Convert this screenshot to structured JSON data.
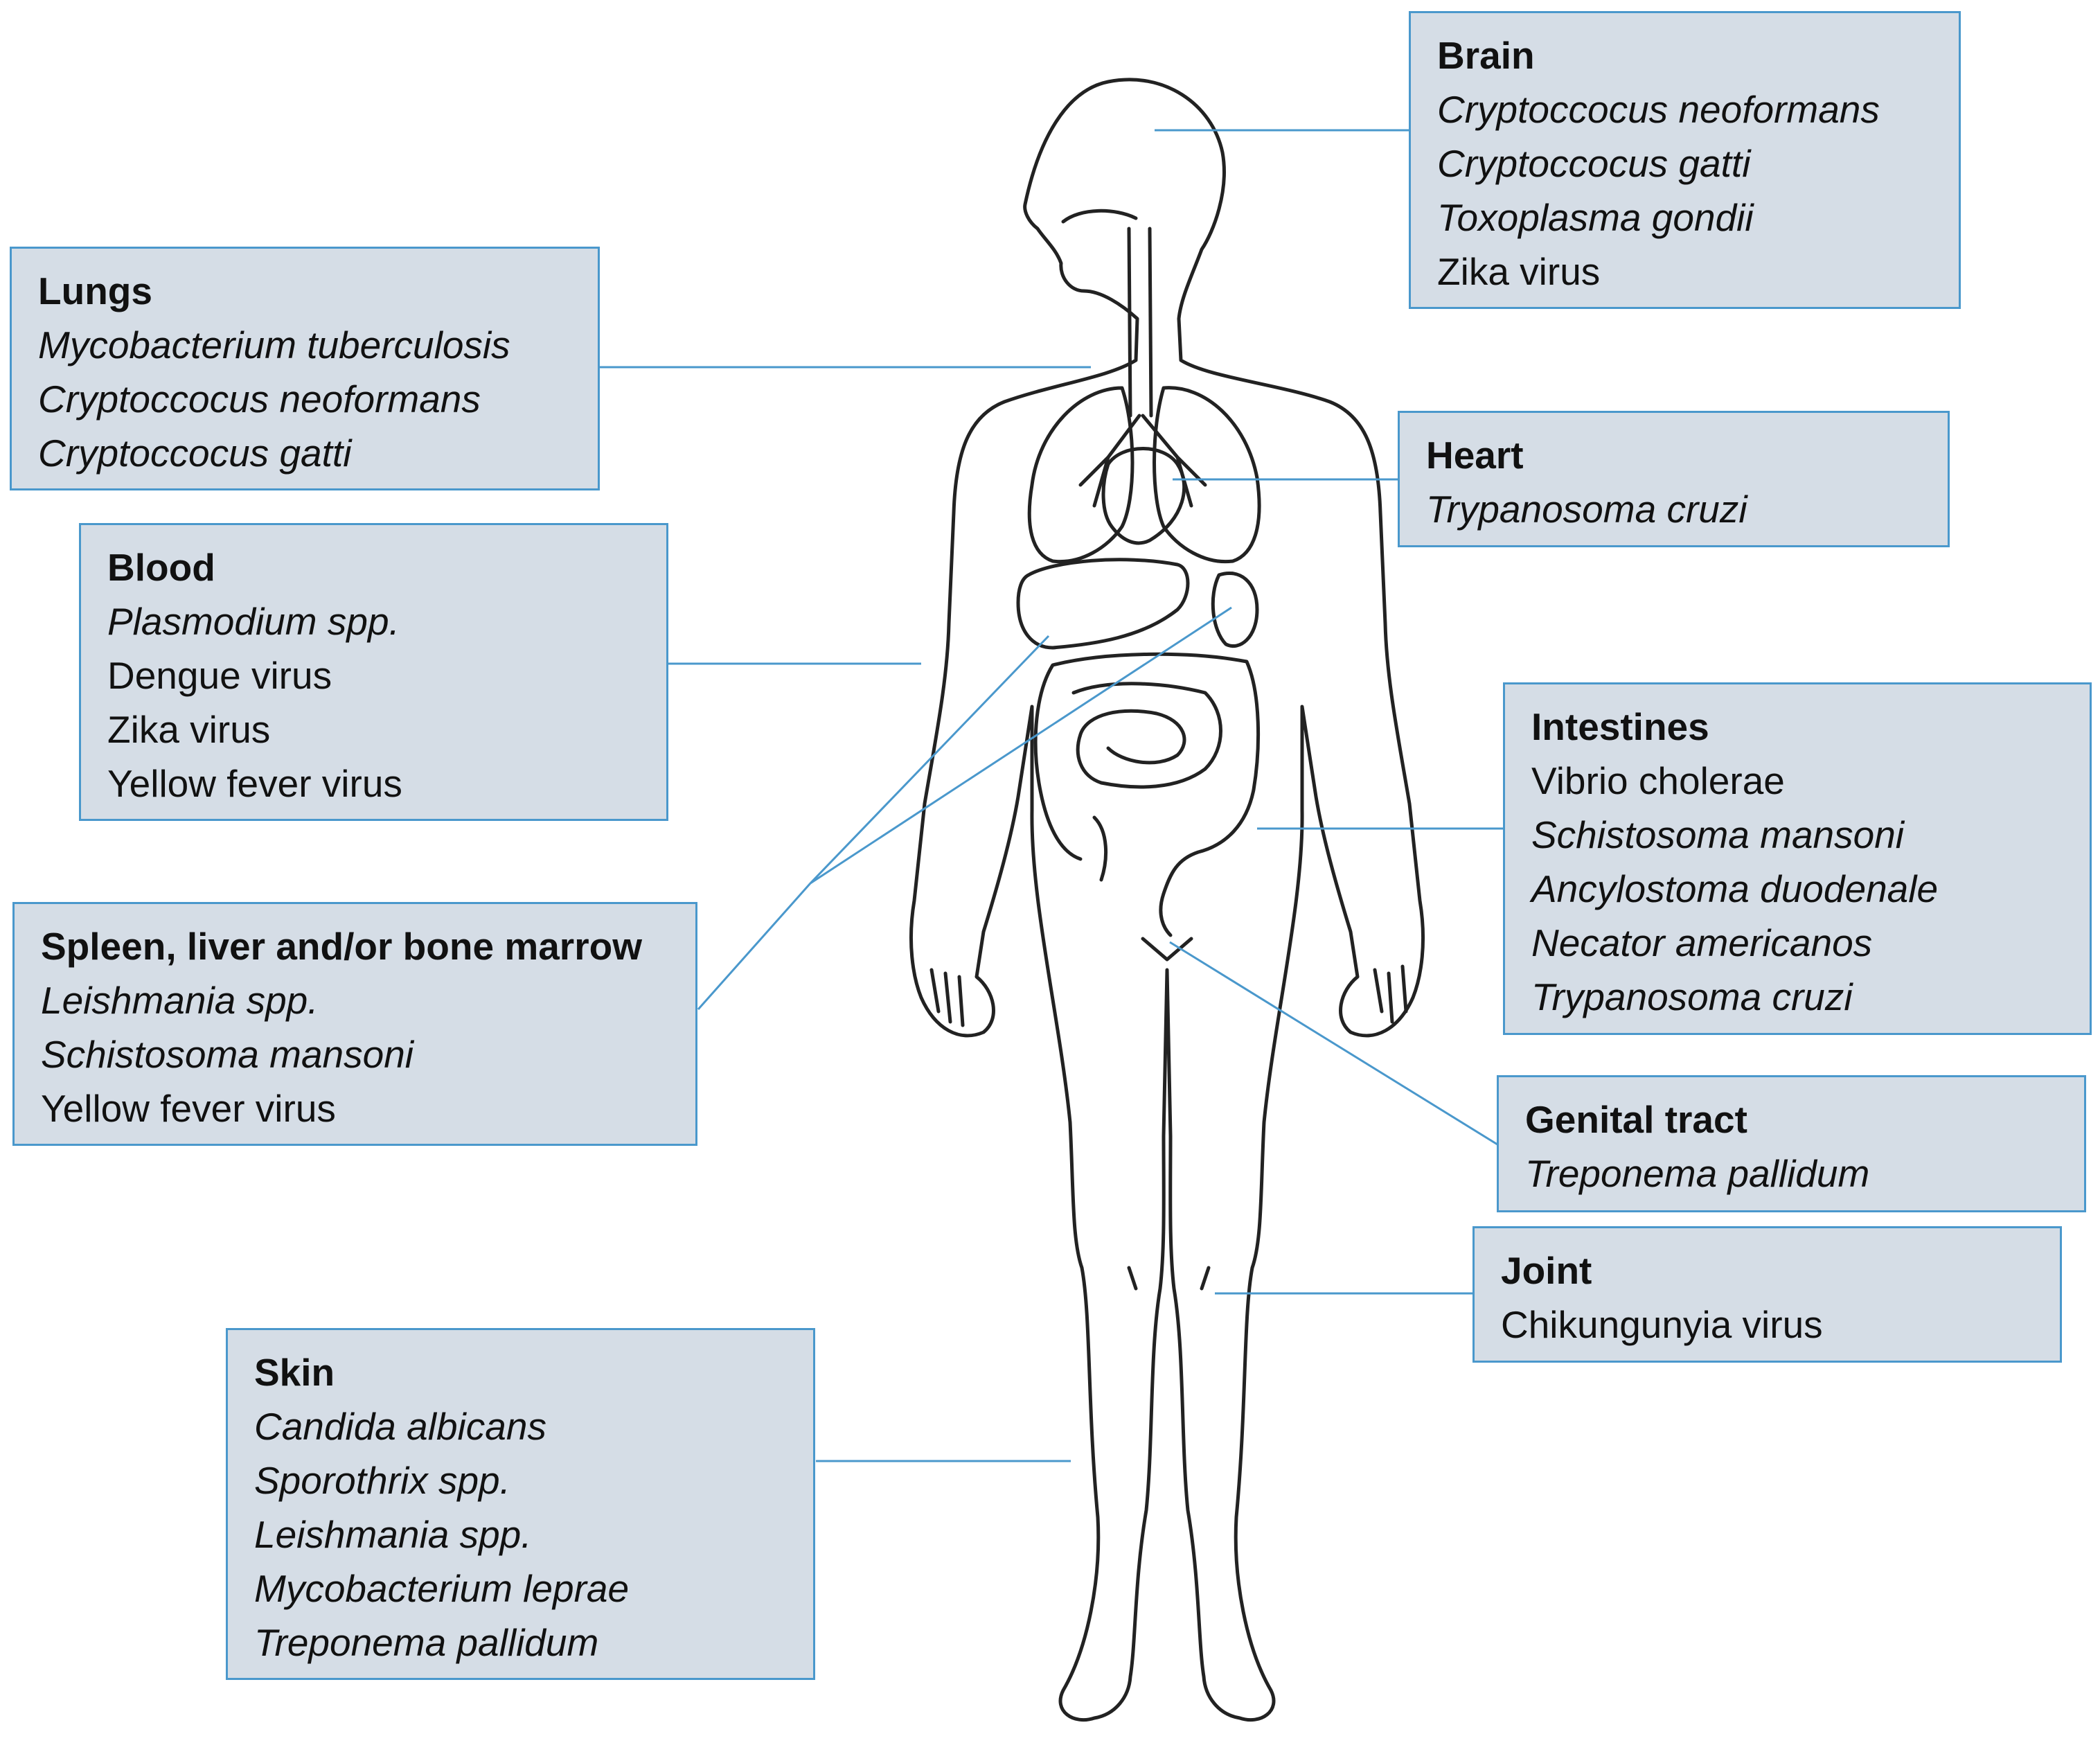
{
  "colors": {
    "box_fill": "#d5dde6",
    "box_border": "#4a98cc",
    "leader_line": "#4a98cc",
    "outline": "#222222"
  },
  "boxes": [
    {
      "id": "brain",
      "title": "Brain",
      "items": [
        {
          "text": "Cryptoccocus neoformans",
          "italic": true
        },
        {
          "text": "Cryptoccocus gatti",
          "italic": true
        },
        {
          "text": "Toxoplasma gondii",
          "italic": true
        },
        {
          "text": "Zika virus",
          "italic": false
        }
      ]
    },
    {
      "id": "lungs",
      "title": "Lungs",
      "items": [
        {
          "text": "Mycobacterium tuberculosis",
          "italic": true
        },
        {
          "text": "Cryptoccocus neoformans",
          "italic": true
        },
        {
          "text": "Cryptoccocus gatti",
          "italic": true
        }
      ]
    },
    {
      "id": "heart",
      "title": "Heart",
      "items": [
        {
          "text": "Trypanosoma cruzi",
          "italic": true
        }
      ]
    },
    {
      "id": "blood",
      "title": "Blood",
      "items": [
        {
          "text": "Plasmodium spp.",
          "italic": true
        },
        {
          "text": "Dengue virus",
          "italic": false
        },
        {
          "text": "Zika virus",
          "italic": false
        },
        {
          "text": "Yellow fever virus",
          "italic": false
        }
      ]
    },
    {
      "id": "intestines",
      "title": "Intestines",
      "items": [
        {
          "text": "Vibrio cholerae",
          "italic": false
        },
        {
          "text": "Schistosoma mansoni",
          "italic": true
        },
        {
          "text": "Ancylostoma duodenale",
          "italic": true
        },
        {
          "text": "Necator americanos",
          "italic": true
        },
        {
          "text": "Trypanosoma cruzi",
          "italic": true
        }
      ]
    },
    {
      "id": "spleen",
      "title": "Spleen, liver and/or bone marrow",
      "items": [
        {
          "text": "Leishmania spp.",
          "italic": true
        },
        {
          "text": "Schistosoma mansoni",
          "italic": true
        },
        {
          "text": "Yellow fever virus",
          "italic": false
        }
      ]
    },
    {
      "id": "genital",
      "title": "Genital tract",
      "items": [
        {
          "text": "Treponema pallidum",
          "italic": true
        }
      ]
    },
    {
      "id": "joint",
      "title": "Joint",
      "items": [
        {
          "text": "Chikungunyia virus",
          "italic": false
        }
      ]
    },
    {
      "id": "skin",
      "title": "Skin",
      "items": [
        {
          "text": "Candida albicans",
          "italic": true
        },
        {
          "text": "Sporothrix spp.",
          "italic": true
        },
        {
          "text": "Leishmania spp.",
          "italic": true
        },
        {
          "text": "Mycobacterium leprae",
          "italic": true
        },
        {
          "text": "Treponema pallidum",
          "italic": true
        }
      ]
    }
  ]
}
